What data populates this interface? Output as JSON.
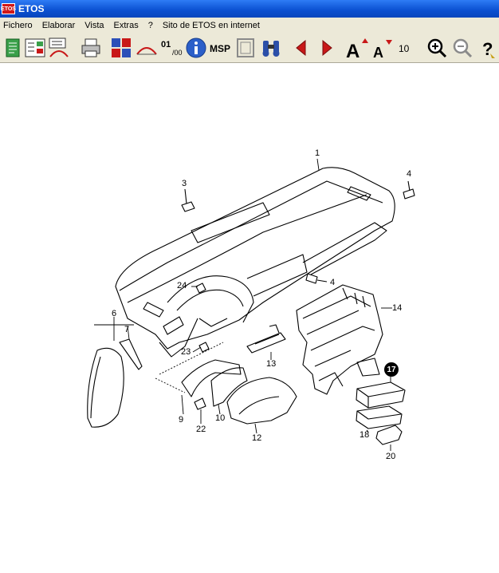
{
  "window": {
    "title": "ETOS",
    "icon_text": "ETOS"
  },
  "menu": {
    "items": [
      "Fichero",
      "Elaborar",
      "Vista",
      "Extras",
      "?",
      "Sito de ETOS  en internet"
    ]
  },
  "toolbar": {
    "font_size_value": "10"
  },
  "diagram": {
    "callouts": [
      "1",
      "3",
      "4",
      "4",
      "24",
      "6",
      "7",
      "14",
      "23",
      "13",
      "17",
      "9",
      "22",
      "10",
      "12",
      "18",
      "20"
    ]
  },
  "colors": {
    "titlebar": "#0a4fd0",
    "chrome": "#ece9d8",
    "badge": "#000000",
    "accent_red": "#c81818"
  }
}
